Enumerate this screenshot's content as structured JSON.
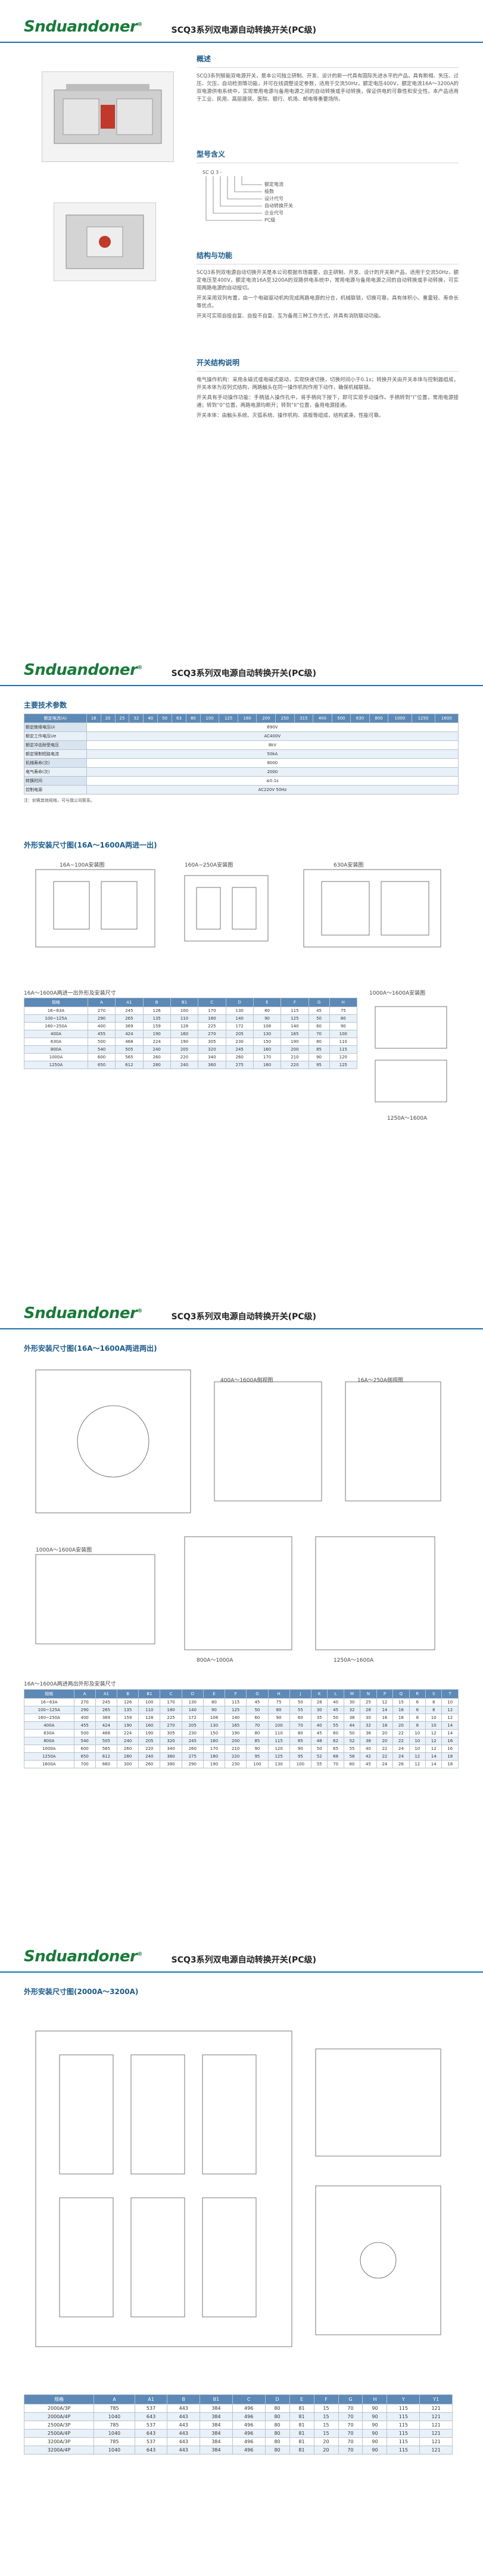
{
  "brand": {
    "logo": "Snduandoner",
    "reg": "®",
    "title": "SCQ3系列双电源自动转换开关(PC级)"
  },
  "page1": {
    "overview": {
      "title": "概述",
      "text": "SCQ3系列智能双电源开关，是本公司独立研制、开发、设计的新一代具有国际先进水平的产品，具有断相、失压、过压、欠压、自动检测等功能，并可在线调整设定参数，适用于交流50Hz，额定电压400V，额定电流16A～3200A的双电源供电系统中，实现常用电源与备用电源之间的自动转换或手动转换，保证供电的可靠性和安全性。本产品适用于工业、民用、高层建筑、医院、银行、机场、邮电等重要场所。"
    },
    "model": {
      "title": "型号含义",
      "prefix": "SC Q 3 -",
      "items": [
        "额定电流",
        "极数",
        "设计代号",
        "自动转换开关",
        "企业代号",
        "PC级"
      ]
    },
    "structure": {
      "title": "结构与功能",
      "p1": "SCQ3系列双电源自动切换开关是本公司根据市场需要，自主研制、开发、设计的开关新产品，适用于交流50Hz，额定电压至400V，额定电流16A至3200A的双路供电系统中，常用电源与备用电源之间的自动转换或手动转换，可实现两路电源的自动投切。",
      "p2": "开关采用双列布置，由一个电磁驱动机构完成两路电源的分合，机械联锁，切换可靠，具有体积小、重量轻、寿命长等优点。",
      "p3": "开关可实现自投自复、自投不自复、互为备用三种工作方式，并具有消防联动功能。"
    },
    "desc": {
      "title": "开关结构说明",
      "p1": "电气操作机构：采用永磁式或电磁式驱动，实现快速切换，切换时间小于0.1s；转换开关由开关本体与控制器组成，开关本体为双列式结构，两路触头在同一操作机构作用下动作，确保机械联锁。",
      "p2": "开关具有手动操作功能：手柄插入操作孔中，将手柄向下按下，即可实现手动操作。手柄转到“I”位置，常用电源接通；转到“0”位置，两路电源均断开；转到“II”位置，备用电源接通。",
      "p3": "开关本体：由触头系统、灭弧系统、操作机构、底板等组成，结构紧凑，性能可靠。"
    }
  },
  "page2": {
    "tech_title": "主要技术参数",
    "table_headers": [
      "额定电流(A)",
      "16",
      "20",
      "25",
      "32",
      "40",
      "50",
      "63",
      "80",
      "100",
      "125",
      "160",
      "200",
      "250",
      "315",
      "400",
      "500",
      "630",
      "800",
      "1000",
      "1250",
      "1600"
    ],
    "table_rows": [
      [
        "额定绝缘电压Ui",
        "690V",
        "",
        "",
        "",
        "",
        "",
        "",
        "",
        "",
        "",
        "",
        "",
        "",
        "",
        "",
        "",
        "",
        "",
        "",
        "",
        ""
      ],
      [
        "额定工作电压Ue",
        "AC400V",
        "",
        "",
        "",
        "",
        "",
        "",
        "",
        "",
        "",
        "",
        "",
        "",
        "",
        "",
        "",
        "",
        "",
        "",
        "",
        ""
      ],
      [
        "额定冲击耐受电压",
        "8kV",
        "",
        "",
        "",
        "",
        "",
        "",
        "",
        "",
        "",
        "",
        "",
        "",
        "",
        "",
        "",
        "",
        "",
        "",
        "",
        ""
      ],
      [
        "额定限制短路电流",
        "50kA",
        "",
        "",
        "",
        "",
        "",
        "",
        "",
        "",
        "",
        "",
        "",
        "",
        "",
        "",
        "",
        "",
        "",
        "",
        "",
        ""
      ],
      [
        "机械寿命(次)",
        "8000",
        "",
        "",
        "",
        "",
        "",
        "",
        "",
        "",
        "",
        "",
        "",
        "",
        "",
        "",
        "",
        "",
        "",
        "",
        "",
        ""
      ],
      [
        "电气寿命(次)",
        "2000",
        "",
        "",
        "",
        "",
        "",
        "",
        "",
        "",
        "",
        "",
        "",
        "",
        "",
        "",
        "",
        "",
        "",
        "",
        "",
        ""
      ],
      [
        "转换时间",
        "≤0.1s",
        "",
        "",
        "",
        "",
        "",
        "",
        "",
        "",
        "",
        "",
        "",
        "",
        "",
        "",
        "",
        "",
        "",
        "",
        "",
        ""
      ],
      [
        "控制电源",
        "AC220V 50Hz",
        "",
        "",
        "",
        "",
        "",
        "",
        "",
        "",
        "",
        "",
        "",
        "",
        "",
        "",
        "",
        "",
        "",
        "",
        "",
        ""
      ]
    ],
    "note": "注：如需其他规格，可与我公司联系。",
    "install_title": "外形安装尺寸图(16A～1600A两进一出)",
    "drawings": [
      "16A~100A安装图",
      "160A~250A安装图",
      "630A安装图"
    ],
    "dim_caption": "16A～1600A两进一出外形及安装尺寸",
    "mini_caption1": "1000A～1600A安装图",
    "mini_caption2": "1250A～1600A"
  },
  "page3": {
    "install_title": "外形安装尺寸图(16A～1600A两进两出)",
    "drawings": [
      "400A～1600A侧视图",
      "16A～250A侧视图",
      "1000A～1600A安装图",
      "800A～1000A",
      "1250A～1600A"
    ],
    "dim_caption": "16A～1600A两进两出外形及安装尺寸",
    "dim_headers": [
      "规格",
      "A",
      "A1",
      "B",
      "B1",
      "C",
      "D",
      "E",
      "F",
      "G",
      "H",
      "J",
      "K",
      "L",
      "M",
      "N",
      "P",
      "Q",
      "R",
      "S",
      "T"
    ],
    "dim_rows": [
      [
        "16~63A",
        "270",
        "245",
        "126",
        "100",
        "170",
        "130",
        "80",
        "115",
        "45",
        "75",
        "50",
        "28",
        "40",
        "30",
        "25",
        "12",
        "15",
        "6",
        "8",
        "10"
      ],
      [
        "100~125A",
        "290",
        "265",
        "135",
        "110",
        "180",
        "140",
        "90",
        "125",
        "50",
        "80",
        "55",
        "30",
        "45",
        "32",
        "28",
        "14",
        "16",
        "6",
        "8",
        "12"
      ],
      [
        "160~250A",
        "400",
        "369",
        "159",
        "128",
        "225",
        "172",
        "108",
        "140",
        "60",
        "90",
        "60",
        "35",
        "50",
        "38",
        "30",
        "16",
        "18",
        "8",
        "10",
        "12"
      ],
      [
        "400A",
        "455",
        "424",
        "190",
        "160",
        "270",
        "205",
        "130",
        "165",
        "70",
        "100",
        "70",
        "40",
        "55",
        "44",
        "32",
        "18",
        "20",
        "8",
        "10",
        "14"
      ],
      [
        "630A",
        "500",
        "468",
        "224",
        "190",
        "305",
        "230",
        "150",
        "190",
        "80",
        "110",
        "80",
        "45",
        "60",
        "50",
        "36",
        "20",
        "22",
        "10",
        "12",
        "14"
      ],
      [
        "800A",
        "540",
        "505",
        "240",
        "205",
        "320",
        "245",
        "160",
        "200",
        "85",
        "115",
        "85",
        "48",
        "62",
        "52",
        "38",
        "20",
        "22",
        "10",
        "12",
        "16"
      ],
      [
        "1000A",
        "600",
        "565",
        "260",
        "220",
        "340",
        "260",
        "170",
        "210",
        "90",
        "120",
        "90",
        "50",
        "65",
        "55",
        "40",
        "22",
        "24",
        "10",
        "12",
        "16"
      ],
      [
        "1250A",
        "650",
        "612",
        "280",
        "240",
        "360",
        "275",
        "180",
        "220",
        "95",
        "125",
        "95",
        "52",
        "68",
        "58",
        "42",
        "22",
        "24",
        "12",
        "14",
        "18"
      ],
      [
        "1600A",
        "700",
        "660",
        "300",
        "260",
        "380",
        "290",
        "190",
        "230",
        "100",
        "130",
        "100",
        "55",
        "70",
        "60",
        "45",
        "24",
        "26",
        "12",
        "14",
        "18"
      ]
    ]
  },
  "page4": {
    "install_title": "外形安装尺寸图(2000A～3200A)",
    "dim_headers": [
      "规格",
      "A",
      "A1",
      "B",
      "B1",
      "C",
      "D",
      "E",
      "F",
      "G",
      "H",
      "Y",
      "Y1"
    ],
    "dim_rows": [
      [
        "2000A/3P",
        "785",
        "537",
        "443",
        "384",
        "496",
        "80",
        "81",
        "15",
        "70",
        "90",
        "115",
        "121"
      ],
      [
        "2000A/4P",
        "1040",
        "643",
        "443",
        "384",
        "496",
        "80",
        "81",
        "15",
        "70",
        "90",
        "115",
        "121"
      ],
      [
        "2500A/3P",
        "785",
        "537",
        "443",
        "384",
        "496",
        "80",
        "81",
        "15",
        "70",
        "90",
        "115",
        "121"
      ],
      [
        "2500A/4P",
        "1040",
        "643",
        "443",
        "384",
        "496",
        "80",
        "81",
        "15",
        "70",
        "90",
        "115",
        "121"
      ],
      [
        "3200A/3P",
        "785",
        "537",
        "443",
        "384",
        "496",
        "80",
        "81",
        "20",
        "70",
        "90",
        "115",
        "121"
      ],
      [
        "3200A/4P",
        "1040",
        "643",
        "443",
        "384",
        "496",
        "80",
        "81",
        "20",
        "70",
        "90",
        "115",
        "121"
      ]
    ]
  }
}
